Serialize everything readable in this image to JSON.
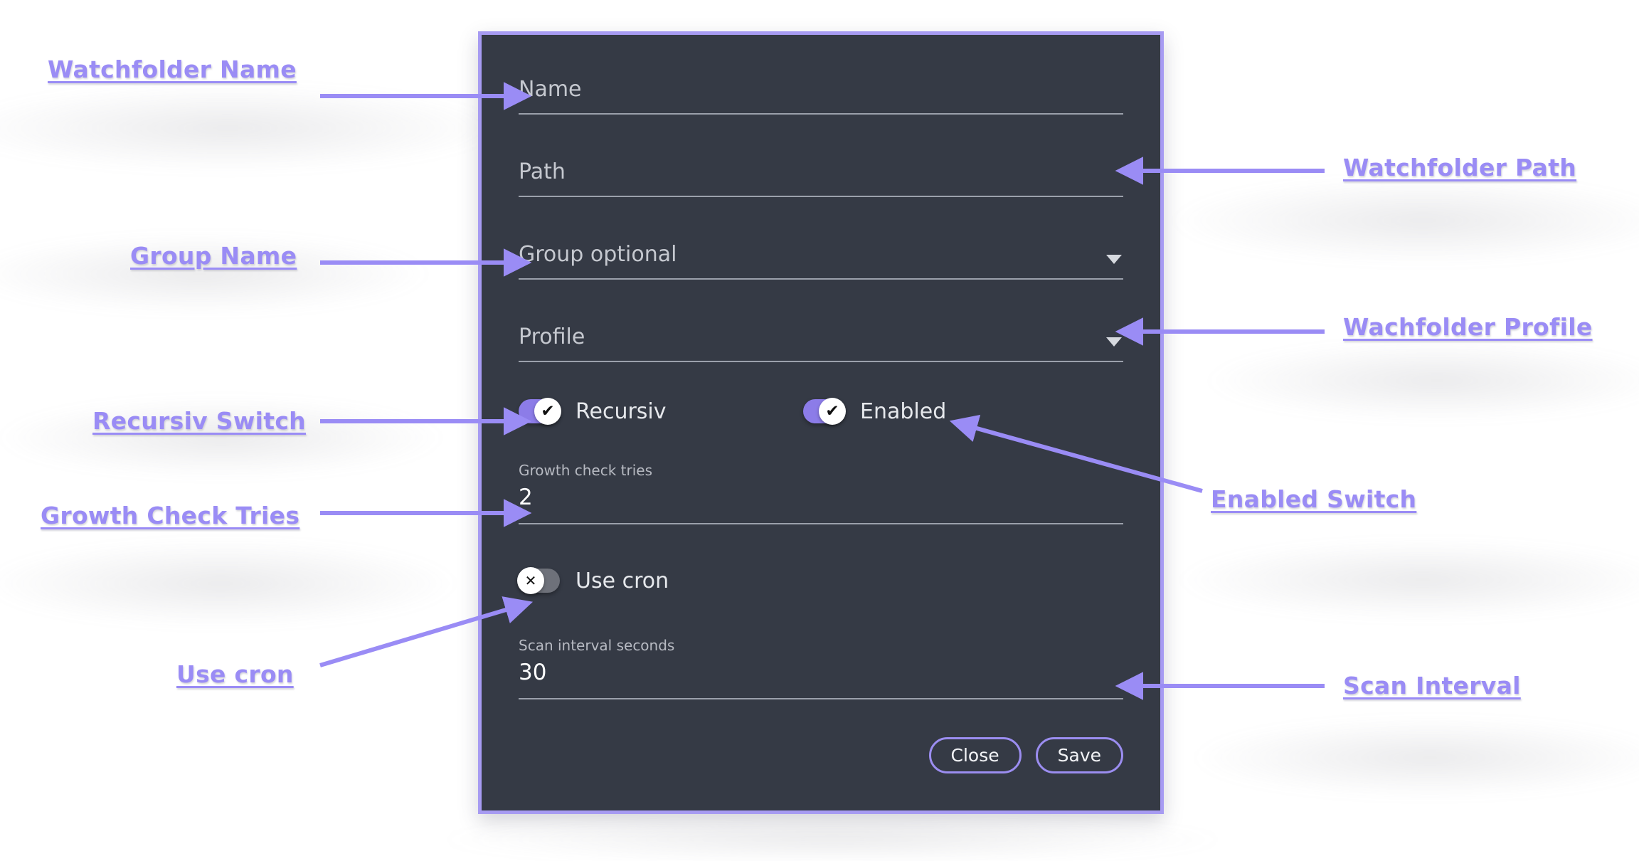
{
  "dialog": {
    "fields": [
      {
        "name": "name",
        "placeholder": "Name",
        "type": "text"
      },
      {
        "name": "path",
        "placeholder": "Path",
        "type": "text"
      },
      {
        "name": "group",
        "placeholder": "Group optional",
        "type": "select"
      },
      {
        "name": "profile",
        "placeholder": "Profile",
        "type": "select"
      }
    ],
    "switches": [
      {
        "name": "recursiv",
        "label": "Recursiv",
        "state": "on",
        "glyph": "✔"
      },
      {
        "name": "enabled",
        "label": "Enabled",
        "state": "on",
        "glyph": "✔"
      },
      {
        "name": "use_cron",
        "label": "Use cron",
        "state": "off",
        "glyph": "✕"
      }
    ],
    "growth_check": {
      "label": "Growth check tries",
      "value": "2"
    },
    "scan_interval": {
      "label": "Scan interval seconds",
      "value": "30"
    },
    "buttons": {
      "close": "Close",
      "save": "Save"
    }
  },
  "annotations": {
    "watchfolder_name": "Watchfolder Name",
    "group_name": "Group Name",
    "recursiv_switch": "Recursiv Switch",
    "growth_check_tries": "Growth Check Tries",
    "use_cron": "Use cron",
    "watchfolder_path": "Watchfolder Path",
    "wachfolder_profile": "Wachfolder Profile",
    "enabled_switch": "Enabled Switch",
    "scan_interval": "Scan Interval"
  },
  "colors": {
    "accent": "#9a8cf5",
    "dialog_bg": "#353a45",
    "dialog_border": "#a79bf2",
    "switch_on": "#8c7ce8",
    "switch_off": "#6e717a",
    "page_bg": "#ffffff"
  }
}
